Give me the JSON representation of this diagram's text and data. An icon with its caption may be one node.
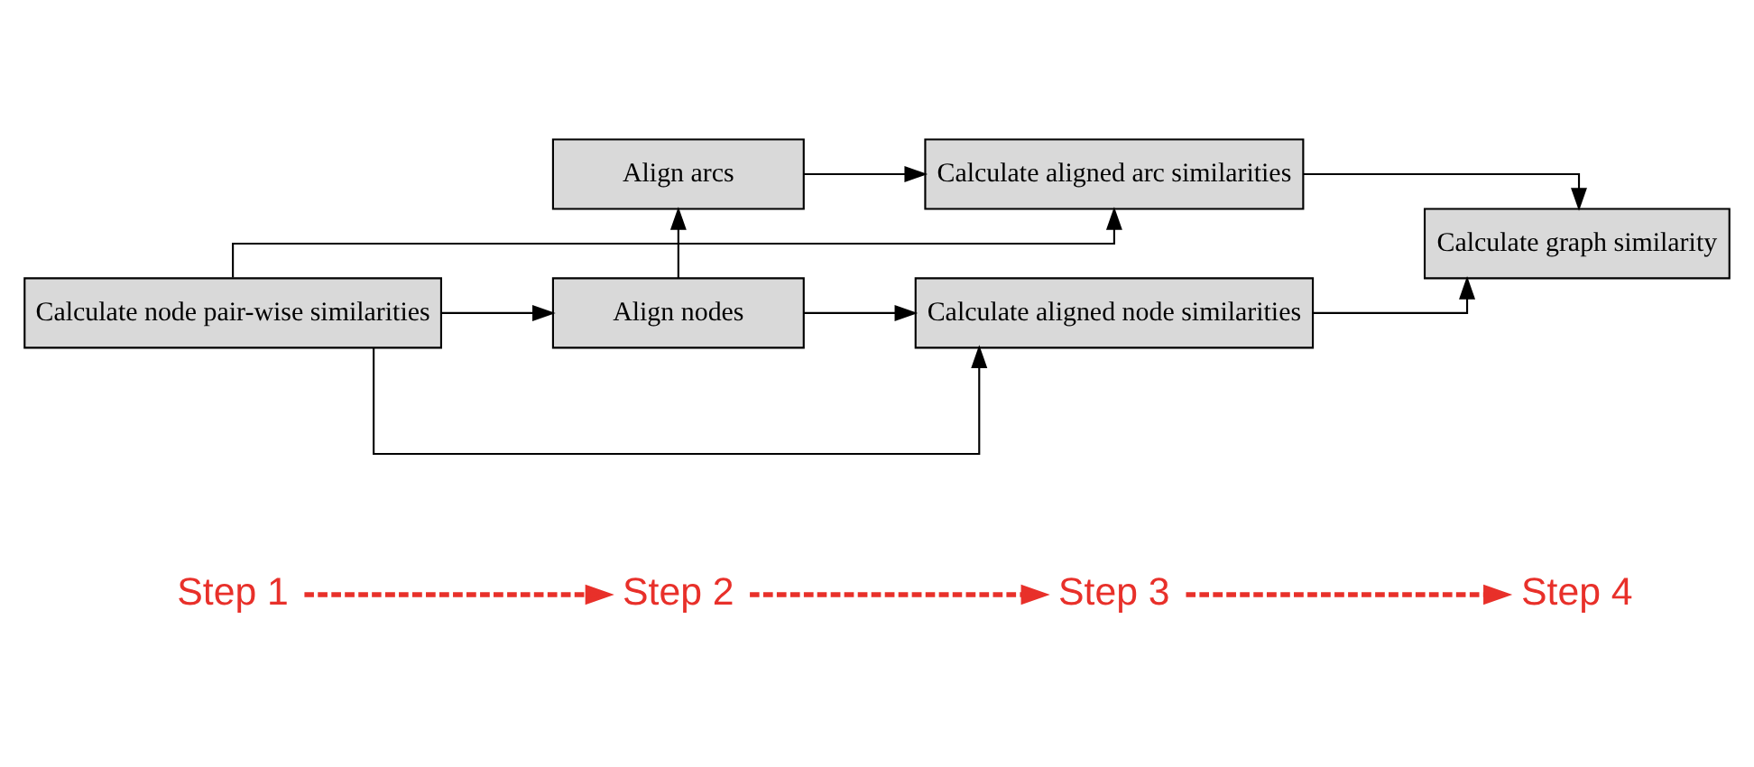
{
  "diagram": {
    "nodes": [
      {
        "text": [
          "Step 1"
        ]
      },
      {
        "text": [
          "Step 2"
        ]
      },
      {
        "text": [
          "Step 3"
        ]
      },
      {
        "text": [
          "Step 4"
        ]
      },
      {
        "text": [
          "Calculate node pair-wise similarities"
        ]
      },
      {
        "text": [
          "Align nodes"
        ]
      },
      {
        "text": [
          "Align arcs"
        ]
      },
      {
        "text": [
          "Calculate aligned node similarities"
        ]
      },
      {
        "text": [
          "Calculate aligned arc similarities"
        ]
      },
      {
        "text": [
          "Calculate graph similarity"
        ]
      }
    ],
    "edges": [
      {
        "from": 0,
        "to": 1,
        "arrow": "to",
        "style": "dashed",
        "color": "#e8302a"
      },
      {
        "from": 1,
        "to": 2,
        "arrow": "to",
        "style": "dashed",
        "color": "#e8302a"
      },
      {
        "from": 2,
        "to": 3,
        "arrow": "to",
        "style": "dashed",
        "color": "#e8302a"
      },
      {
        "from": 4,
        "to": 7,
        "arrow": "to"
      },
      {
        "from": 4,
        "to": 5,
        "arrow": "to"
      },
      {
        "from": 4,
        "to": 8,
        "arrow": "to"
      },
      {
        "from": 5,
        "to": 7,
        "arrow": "to"
      },
      {
        "from": 5,
        "to": 6,
        "arrow": "to"
      },
      {
        "from": 6,
        "to": 8,
        "arrow": "to"
      },
      {
        "from": 7,
        "to": 9,
        "arrow": "to"
      },
      {
        "from": 8,
        "to": 9,
        "arrow": "to"
      }
    ]
  }
}
